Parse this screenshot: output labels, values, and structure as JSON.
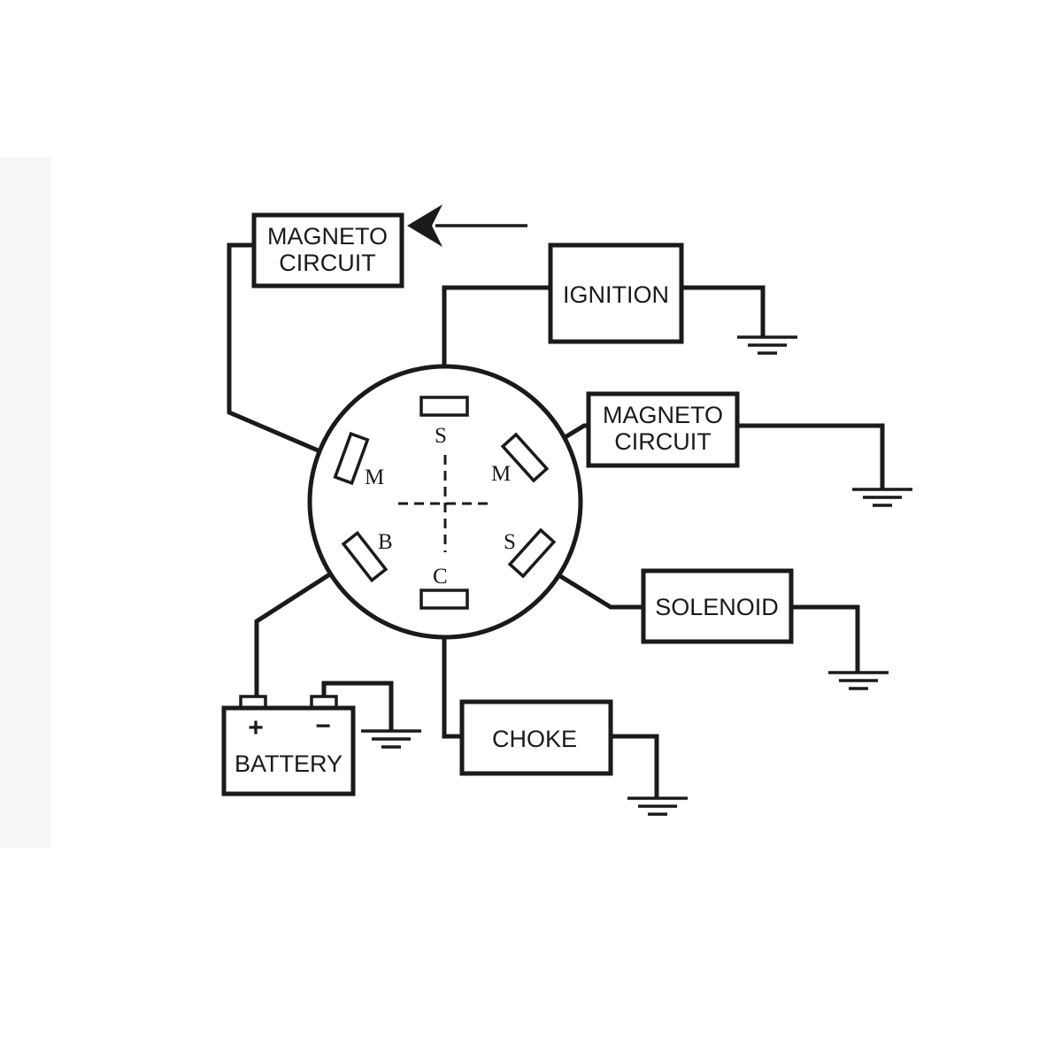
{
  "switch": {
    "terminals": {
      "s_top": "S",
      "m_left": "M",
      "m_right": "M",
      "b": "B",
      "s_right": "S",
      "c": "C"
    }
  },
  "components": {
    "magneto_left": {
      "line1": "MAGNETO",
      "line2": "CIRCUIT"
    },
    "ignition": {
      "label": "IGNITION"
    },
    "magneto_right": {
      "line1": "MAGNETO",
      "line2": "CIRCUIT"
    },
    "solenoid": {
      "label": "SOLENOID"
    },
    "choke": {
      "label": "CHOKE"
    },
    "battery": {
      "label": "BATTERY",
      "plus": "+",
      "minus": "−"
    }
  },
  "colors": {
    "line": "#1a1a1a",
    "background": "#ffffff",
    "left_strip": "#f7f7f7"
  }
}
